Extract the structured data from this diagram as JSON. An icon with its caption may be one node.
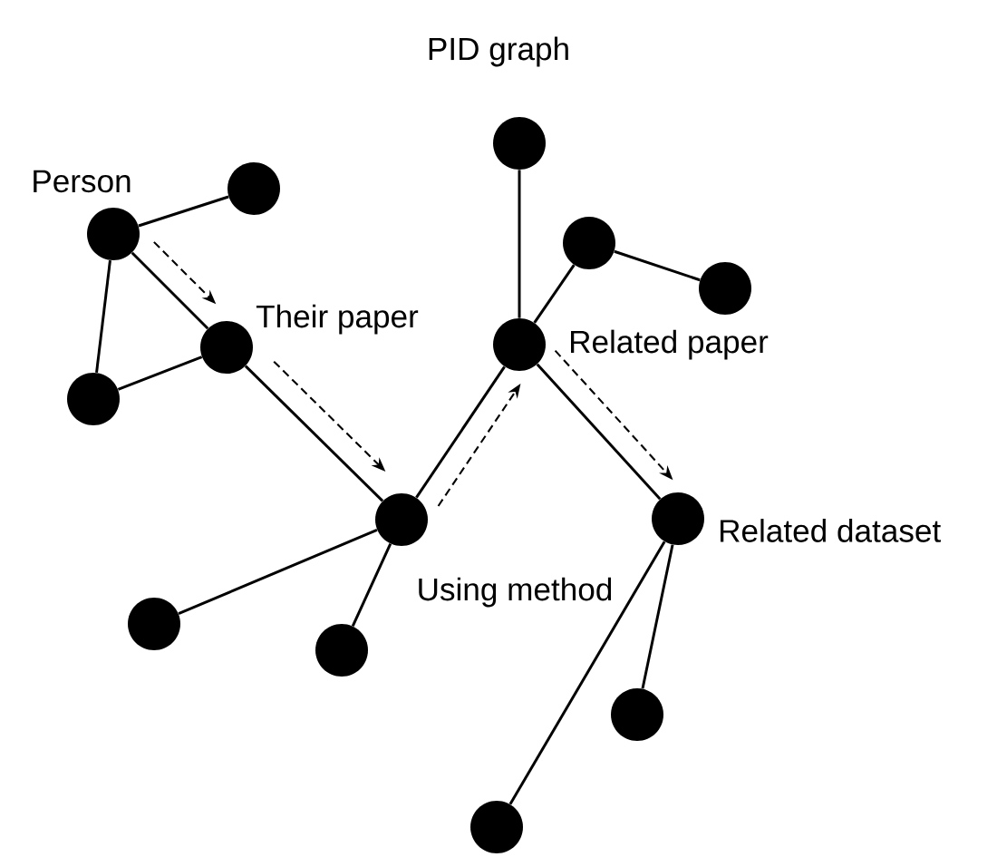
{
  "diagram": {
    "title": "PID graph",
    "nodes": [
      {
        "text": [],
        "shape": "circle",
        "beside": [
          "Person"
        ]
      },
      {
        "text": [],
        "shape": "circle"
      },
      {
        "text": [],
        "shape": "circle",
        "beside": [
          "Their paper"
        ]
      },
      {
        "text": [],
        "shape": "circle"
      },
      {
        "text": [],
        "shape": "circle"
      },
      {
        "text": [],
        "shape": "circle"
      },
      {
        "text": [],
        "shape": "circle"
      },
      {
        "text": [],
        "shape": "circle",
        "beside": [
          "Related paper"
        ]
      },
      {
        "text": [],
        "shape": "circle",
        "beside": [
          "Using method"
        ]
      },
      {
        "text": [],
        "shape": "circle"
      },
      {
        "text": [],
        "shape": "circle"
      },
      {
        "text": [],
        "shape": "circle",
        "beside": [
          "Related dataset"
        ]
      },
      {
        "text": [],
        "shape": "circle"
      },
      {
        "text": [],
        "shape": "circle"
      }
    ],
    "edges": [
      {
        "from": 0,
        "to": 1,
        "arrow": "none"
      },
      {
        "from": 0,
        "to": 2,
        "arrow": "none"
      },
      {
        "from": 0,
        "to": 3,
        "arrow": "none"
      },
      {
        "from": 3,
        "to": 2,
        "arrow": "none"
      },
      {
        "from": 2,
        "to": 8,
        "arrow": "none"
      },
      {
        "from": 8,
        "to": 9,
        "arrow": "none"
      },
      {
        "from": 8,
        "to": 10,
        "arrow": "none"
      },
      {
        "from": 8,
        "to": 7,
        "arrow": "none"
      },
      {
        "from": 4,
        "to": 7,
        "arrow": "none"
      },
      {
        "from": 7,
        "to": 5,
        "arrow": "none"
      },
      {
        "from": 5,
        "to": 6,
        "arrow": "none"
      },
      {
        "from": 7,
        "to": 11,
        "arrow": "none"
      },
      {
        "from": 11,
        "to": 12,
        "arrow": "none"
      },
      {
        "from": 11,
        "to": 13,
        "arrow": "none"
      },
      {
        "from": 0,
        "to": 2,
        "arrow": "to",
        "style": "dashed"
      },
      {
        "from": 2,
        "to": 8,
        "arrow": "to",
        "style": "dashed"
      },
      {
        "from": 8,
        "to": 7,
        "arrow": "to",
        "style": "dashed"
      },
      {
        "from": 7,
        "to": 11,
        "arrow": "to",
        "style": "dashed"
      }
    ]
  }
}
